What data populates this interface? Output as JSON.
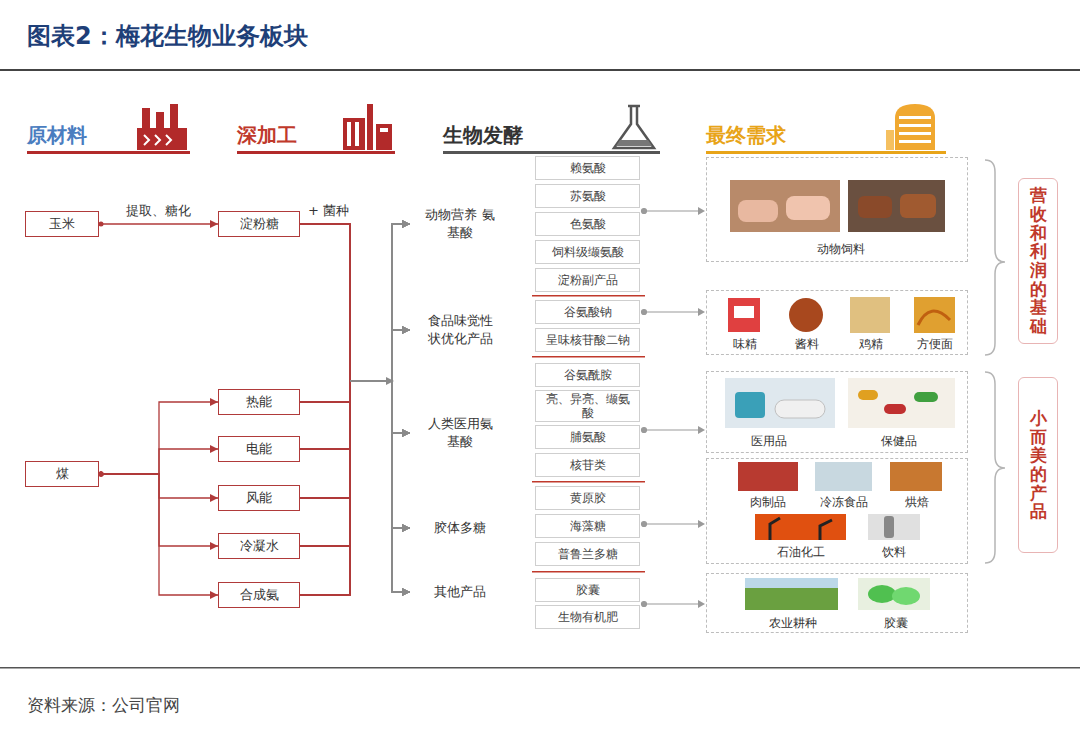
{
  "diagram": {
    "title": "图表2：梅花生物业务板块",
    "nodes": [
      {
        "text": [
          "玉米"
        ]
      },
      {
        "text": [
          "淀粉糖"
        ]
      },
      {
        "text": [
          "煤"
        ]
      },
      {
        "text": [
          "热能"
        ]
      },
      {
        "text": [
          "电能"
        ]
      },
      {
        "text": [
          "风能"
        ]
      },
      {
        "text": [
          "冷凝水"
        ]
      },
      {
        "text": [
          "合成氨"
        ]
      },
      {
        "text": [
          "动物营养 氨基酸"
        ]
      },
      {
        "text": [
          "赖氨酸"
        ]
      },
      {
        "text": [
          "苏氨酸"
        ]
      },
      {
        "text": [
          "色氨酸"
        ]
      },
      {
        "text": [
          "饲料级缬氨酸"
        ]
      },
      {
        "text": [
          "淀粉副产品"
        ]
      },
      {
        "text": [
          "食品味觉性 状优化产品"
        ]
      },
      {
        "text": [
          "谷氨酸钠"
        ]
      },
      {
        "text": [
          "呈味核苷酸二钠"
        ]
      },
      {
        "text": [
          "人类医用氨 基酸"
        ]
      },
      {
        "text": [
          "谷氨酰胺"
        ]
      },
      {
        "text": [
          "亮、异亮、缬氨 酸"
        ]
      },
      {
        "text": [
          "脯氨酸"
        ]
      },
      {
        "text": [
          "核苷类"
        ]
      },
      {
        "text": [
          "胶体多糖"
        ]
      },
      {
        "text": [
          "黄原胶"
        ]
      },
      {
        "text": [
          "海藻糖"
        ]
      },
      {
        "text": [
          "普鲁兰多糖"
        ]
      },
      {
        "text": [
          "其他产品"
        ]
      },
      {
        "text": [
          "胶囊"
        ]
      },
      {
        "text": [
          "生物有机肥"
        ]
      },
      {
        "text": [
          "动物饲料"
        ]
      },
      {
        "text": [
          "味精",
          "酱料",
          "鸡精",
          "方便面"
        ]
      },
      {
        "text": [
          "医用品",
          "保健品"
        ]
      },
      {
        "text": [
          "肉制品",
          "冷冻食品",
          "烘焙",
          "石油化工",
          "饮料"
        ]
      },
      {
        "text": [
          "农业耕种",
          "胶囊"
        ]
      },
      {
        "text": [
          "营收和利润的基础"
        ]
      },
      {
        "text": [
          "小而美的产品"
        ]
      }
    ],
    "edges": [
      {
        "from": 0,
        "to": 1,
        "label": "提取、糖化",
        "arrow": "to"
      },
      {
        "from": 2,
        "to": 3,
        "arrow": "to"
      },
      {
        "from": 2,
        "to": 4,
        "arrow": "to"
      },
      {
        "from": 2,
        "to": 5,
        "arrow": "to"
      },
      {
        "from": 2,
        "to": 6,
        "arrow": "to"
      },
      {
        "from": 2,
        "to": 7,
        "arrow": "to"
      },
      {
        "from": 1,
        "to": 8,
        "arrow": "to"
      },
      {
        "from": 1,
        "to": 14,
        "arrow": "to"
      },
      {
        "from": 1,
        "to": 17,
        "arrow": "to"
      },
      {
        "from": 1,
        "to": 22,
        "arrow": "to"
      },
      {
        "from": 1,
        "to": 26,
        "arrow": "to"
      },
      {
        "from": 3,
        "to": 8,
        "arrow": "to"
      },
      {
        "from": 3,
        "to": 14,
        "arrow": "to"
      },
      {
        "from": 3,
        "to": 17,
        "arrow": "to"
      },
      {
        "from": 3,
        "to": 22,
        "arrow": "to"
      },
      {
        "from": 3,
        "to": 26,
        "arrow": "to"
      },
      {
        "from": 4,
        "to": 8,
        "arrow": "to"
      },
      {
        "from": 4,
        "to": 14,
        "arrow": "to"
      },
      {
        "from": 4,
        "to": 17,
        "arrow": "to"
      },
      {
        "from": 4,
        "to": 22,
        "arrow": "to"
      },
      {
        "from": 4,
        "to": 26,
        "arrow": "to"
      },
      {
        "from": 5,
        "to": 8,
        "arrow": "to"
      },
      {
        "from": 5,
        "to": 14,
        "arrow": "to"
      },
      {
        "from": 5,
        "to": 17,
        "arrow": "to"
      },
      {
        "from": 5,
        "to": 22,
        "arrow": "to"
      },
      {
        "from": 5,
        "to": 26,
        "arrow": "to"
      },
      {
        "from": 6,
        "to": 8,
        "arrow": "to"
      },
      {
        "from": 6,
        "to": 14,
        "arrow": "to"
      },
      {
        "from": 6,
        "to": 17,
        "arrow": "to"
      },
      {
        "from": 6,
        "to": 22,
        "arrow": "to"
      },
      {
        "from": 6,
        "to": 26,
        "arrow": "to"
      },
      {
        "from": 7,
        "to": 8,
        "arrow": "to"
      },
      {
        "from": 7,
        "to": 14,
        "arrow": "to"
      },
      {
        "from": 7,
        "to": 17,
        "arrow": "to"
      },
      {
        "from": 7,
        "to": 22,
        "arrow": "to"
      },
      {
        "from": 7,
        "to": 26,
        "arrow": "to"
      }
    ],
    "labels": [
      "原材料",
      "深加工",
      "生物发酵",
      "最终需求",
      "+ 菌种",
      "资料来源：公司官网"
    ]
  }
}
